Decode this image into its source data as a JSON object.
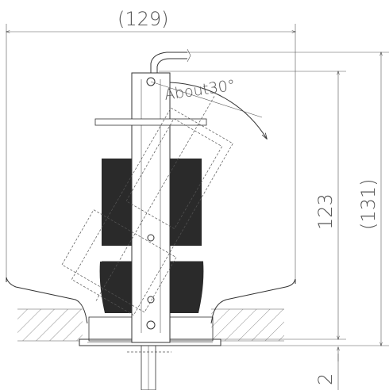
{
  "dimensions": {
    "width_paren": "(129)",
    "height": "123",
    "height_paren": "(131)",
    "bottom_gap": "2"
  },
  "annotation": {
    "tilt_label": "About30°"
  },
  "colors": {
    "line": "#333333",
    "fixture_body": "#2a2a2a",
    "hatch": "#666666",
    "dim_text": "#555555"
  }
}
